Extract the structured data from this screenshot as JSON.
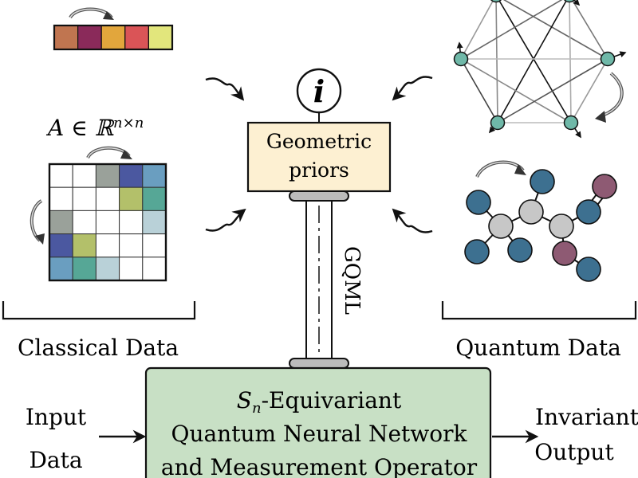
{
  "color_bar": {
    "colors": [
      "#c07550",
      "#8a2a5a",
      "#e2a63c",
      "#da5457",
      "#e2e67c"
    ]
  },
  "matrix": {
    "label": "A ∈ ℝ",
    "label_exponent": "n×n",
    "grid_size": 5,
    "cells": [
      [
        null,
        null,
        "#9aa19a",
        "#4b58a0",
        "#6a9ec0"
      ],
      [
        null,
        null,
        null,
        "#b3c06a",
        "#56a796"
      ],
      [
        "#9aa19a",
        null,
        null,
        null,
        "#b9d1d8"
      ],
      [
        "#4b58a0",
        "#b3c06a",
        null,
        null,
        null
      ],
      [
        "#6a9ec0",
        "#56a796",
        "#b9d1d8",
        null,
        null
      ]
    ]
  },
  "info_badge": {
    "glyph": "i"
  },
  "priors_box": {
    "line1": "Geometric",
    "line2": "priors",
    "fill": "#fdf0d2"
  },
  "pillar": {
    "label": "GQML"
  },
  "sections": {
    "classical": "Classical Data",
    "quantum": "Quantum Data"
  },
  "equivariant_box": {
    "symbol": "S",
    "subscript": "n",
    "line1_rest": "-Equivariant",
    "line2": "Quantum Neural Network",
    "line3": "and Measurement Operator",
    "fill": "#c8e0c5"
  },
  "input": {
    "line1": "Input",
    "line2": "Data"
  },
  "output": {
    "line1": "Invariant",
    "line2": "Output"
  },
  "graph": {
    "node_color": "#6fb8a8"
  },
  "molecule": {
    "teal": "#3d7090",
    "grey": "#c7c7c7",
    "mauve": "#8e5a73"
  }
}
